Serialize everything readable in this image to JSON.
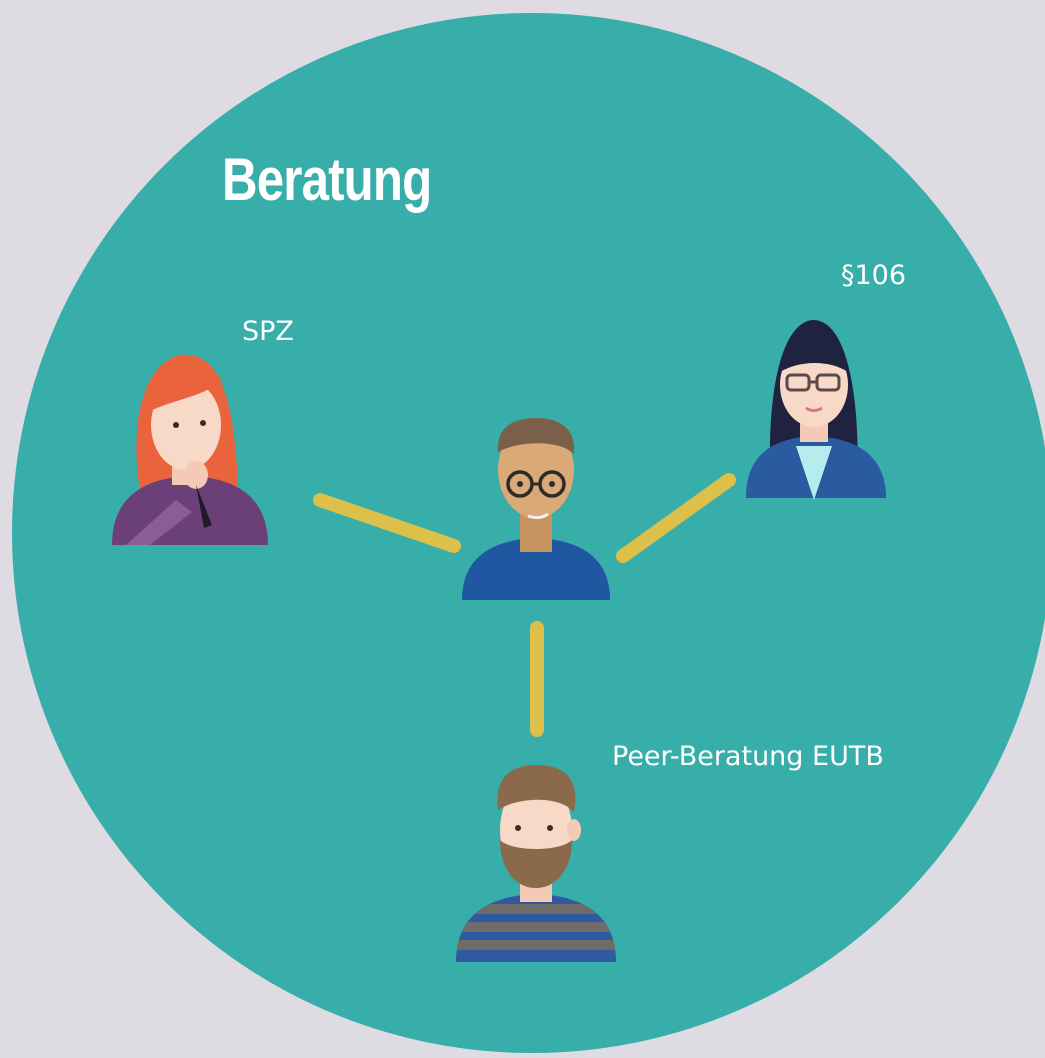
{
  "title": "Beratung",
  "labels": {
    "spz": "SPZ",
    "para106": "§106",
    "peer": "Peer-Beratung EUTB"
  },
  "colors": {
    "background": "#dedbe2",
    "circle": "#38aeaa",
    "connector": "#dcc04a",
    "text": "#ffffff"
  }
}
